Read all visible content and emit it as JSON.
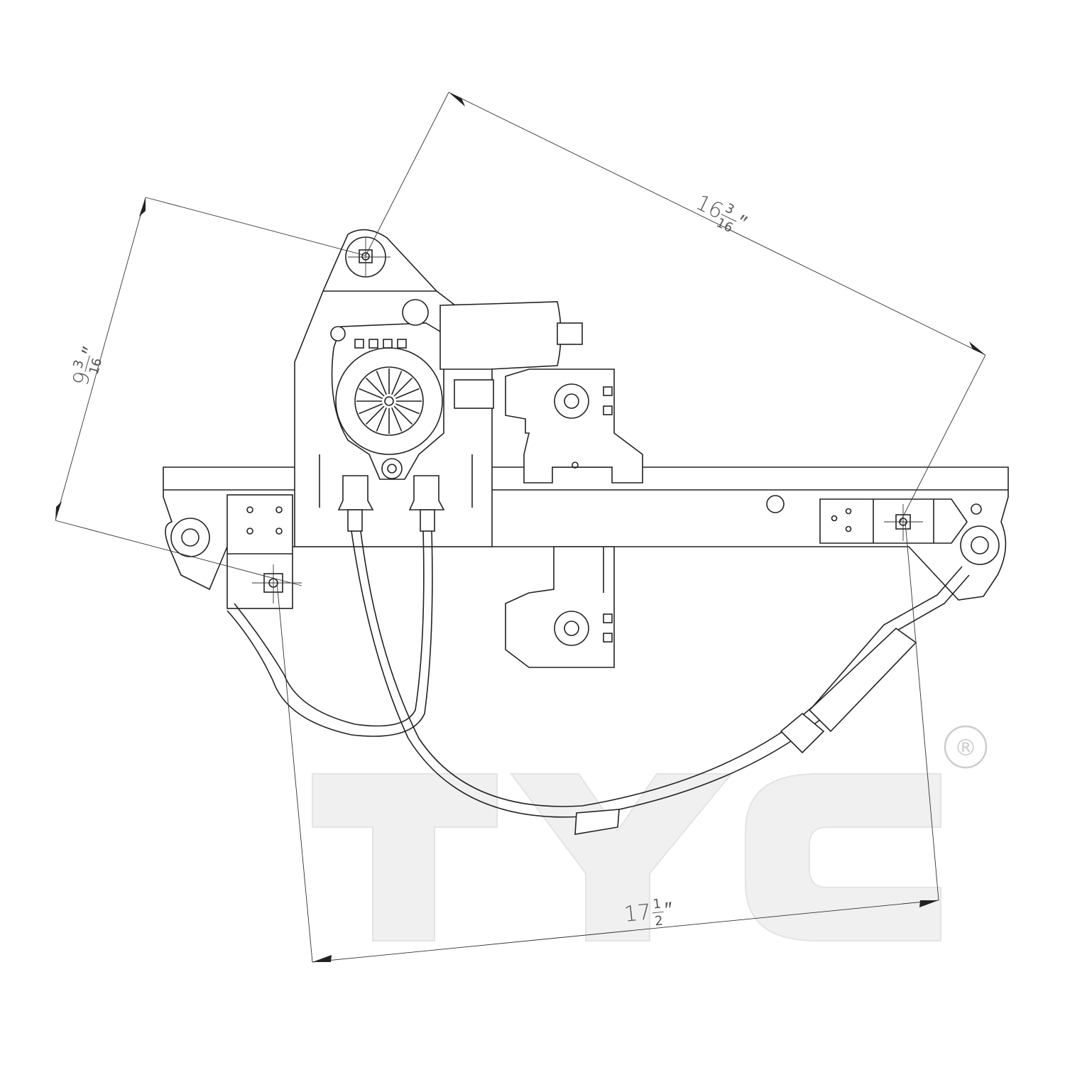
{
  "drawing": {
    "type": "window regulator technical drawing",
    "dimensions": [
      {
        "id": "diagonal",
        "whole": "16",
        "numerator": "3",
        "denominator": "16",
        "unit": "″"
      },
      {
        "id": "height",
        "whole": "9",
        "numerator": "3",
        "denominator": "16",
        "unit": "″"
      },
      {
        "id": "width",
        "whole": "17",
        "numerator": "1",
        "denominator": "2",
        "unit": "″"
      }
    ]
  },
  "watermark": {
    "brand": "TYC",
    "registered": "®"
  }
}
